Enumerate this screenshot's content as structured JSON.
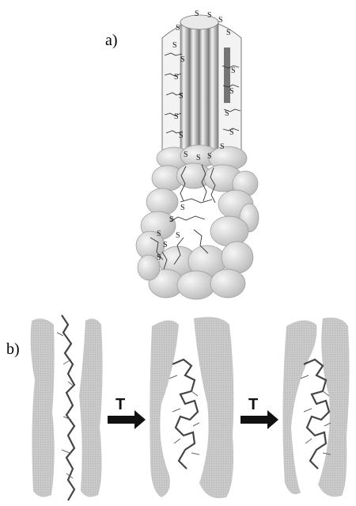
{
  "figure": {
    "panel_a_label": "a)",
    "panel_b_label": "b)",
    "arrow_label": "T",
    "sulfur_symbol": "S"
  },
  "colors": {
    "ellipse_fill": "#d7d7d7",
    "ellipse_stroke": "#9a9a9a",
    "rod_fill": "#cfcfcf",
    "blob_fill": "#c4c4c4",
    "strand": "#444444",
    "arrow": "#111111"
  }
}
